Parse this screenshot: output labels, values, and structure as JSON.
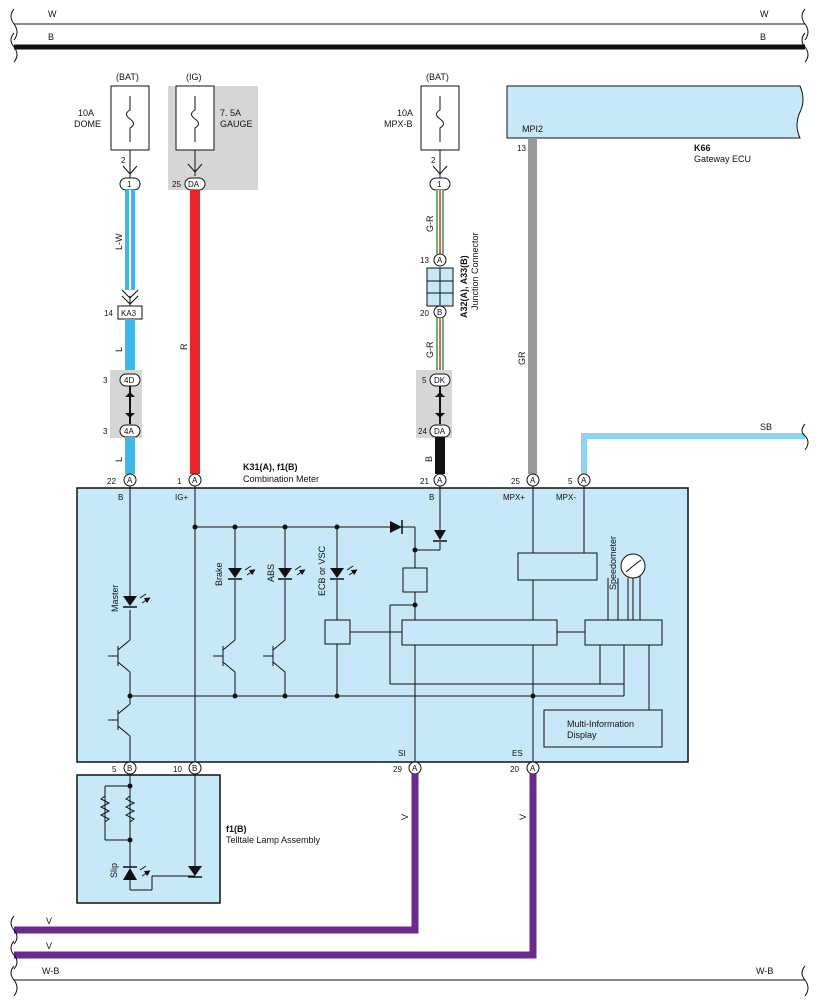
{
  "buses": {
    "top_w": "W",
    "top_b": "B",
    "bottom_v1": "V",
    "bottom_v2": "V",
    "bottom_wb": "W-B",
    "right_sb": "SB"
  },
  "fuses": {
    "dome": {
      "source": "(BAT)",
      "amps": "10A",
      "name": "DOME"
    },
    "gauge": {
      "source": "(IG)",
      "amps": "7. 5A",
      "name": "GAUGE"
    },
    "mpxb": {
      "source": "(BAT)",
      "amps": "10A",
      "name": "MPX-B"
    }
  },
  "connectors": {
    "dome_pin": "2",
    "dome_conn": "1",
    "gauge_pin": "25",
    "gauge_conn": "DA",
    "mpxb_pin": "2",
    "mpxb_conn": "1",
    "ka3_pin": "14",
    "ka3_conn": "KA3",
    "c4d_pin": "3",
    "c4d": "4D",
    "c4a_pin": "3",
    "c4a": "4A",
    "jc_top_pin": "13",
    "jc_top": "A",
    "jc_bot_pin": "20",
    "jc_bot": "B",
    "dk_pin": "5",
    "dk": "DK",
    "da2_pin": "24",
    "da2": "DA",
    "mpi2_pin": "13"
  },
  "wire_colors": {
    "lw": "L-W",
    "l1": "L",
    "l2": "L",
    "r": "R",
    "gr1": "G-R",
    "gr2": "G-R",
    "b": "B",
    "gr": "GR",
    "v1": "V",
    "v2": "V"
  },
  "gateway": {
    "pin_name": "MPI2",
    "code": "K66",
    "name": "Gateway ECU"
  },
  "junction": {
    "code": "A32(A), A33(B)",
    "name": "Junction Connector"
  },
  "meter": {
    "code": "K31(A), f1(B)",
    "name": "Combination Meter",
    "top_pins": [
      {
        "num": "22",
        "conn": "A",
        "name": "B"
      },
      {
        "num": "1",
        "conn": "A",
        "name": "IG+"
      },
      {
        "num": "21",
        "conn": "A",
        "name": "B"
      },
      {
        "num": "25",
        "conn": "A",
        "name": "MPX+"
      },
      {
        "num": "5",
        "conn": "A",
        "name": "MPX-"
      }
    ],
    "bottom_pins": [
      {
        "num": "5",
        "conn": "B"
      },
      {
        "num": "10",
        "conn": "B"
      },
      {
        "num": "29",
        "conn": "A",
        "name": "SI"
      },
      {
        "num": "20",
        "conn": "A",
        "name": "ES"
      }
    ],
    "labels": {
      "master": "Master",
      "brake": "Brake",
      "abs": "ABS",
      "ecb": "ECB or VSC",
      "speedometer": "Speedometer",
      "mid_line1": "Multi-Information",
      "mid_line2": "Display"
    }
  },
  "telltale": {
    "code": "f1(B)",
    "name": "Telltale Lamp Assembly",
    "slip": "Slip"
  },
  "colors": {
    "lw_wire": "#3db7ea",
    "l_wire": "#3db7ea",
    "r_wire": "#e8252b",
    "b_wire": "#111111",
    "gr_wire": "#9a9a9a",
    "sb_wire": "#8fd3f2",
    "v_wire": "#6a2a8e",
    "g_stripe": "#2f9e44",
    "r_stripe": "#e8252b",
    "box_fill": "#c6e8f9",
    "shade": "#d6d6d6"
  }
}
